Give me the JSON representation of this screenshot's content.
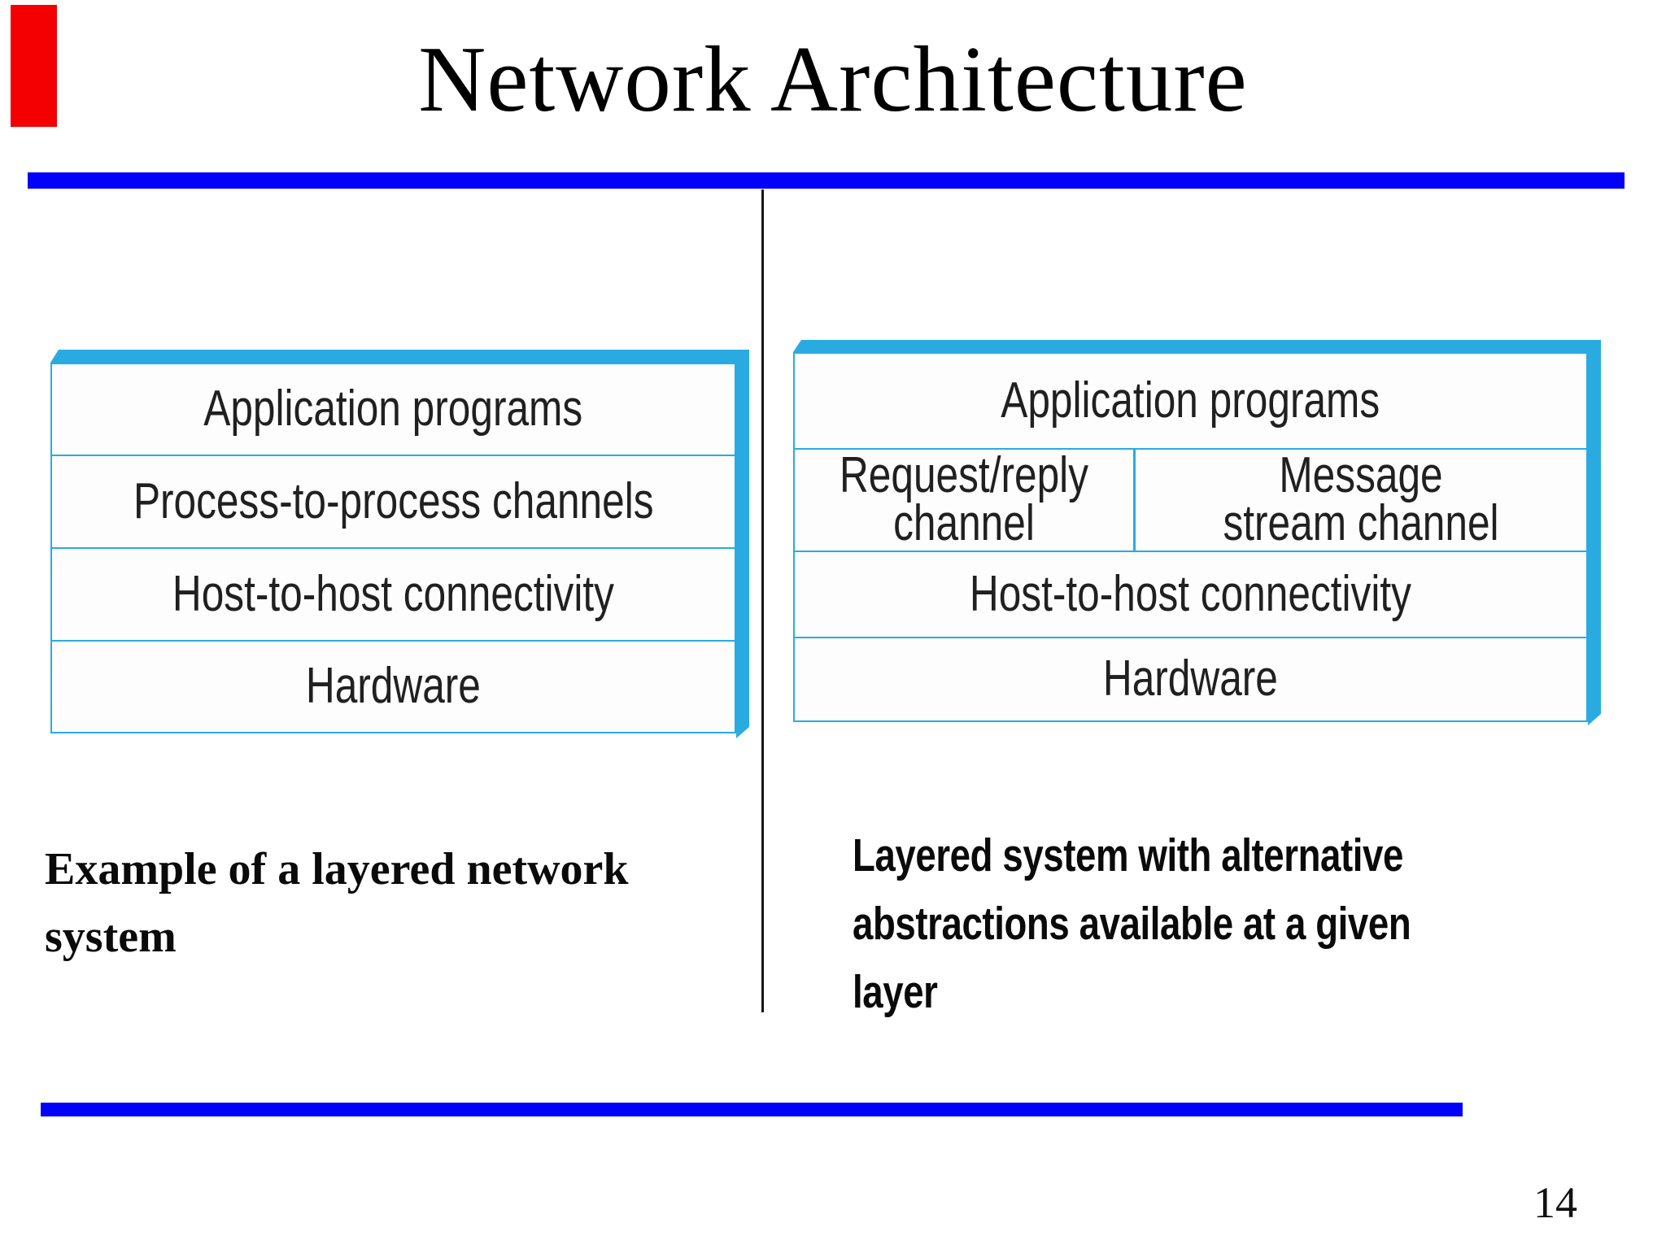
{
  "title": "Network Architecture",
  "page_number": "14",
  "colors": {
    "rule_blue": "#0202fa",
    "diagram_cyan": "#29abe2",
    "marker_red": "#f40000",
    "text_black": "#0a0a0a"
  },
  "left_diagram": {
    "layers": [
      "Application programs",
      "Process-to-process channels",
      "Host-to-host connectivity",
      "Hardware"
    ]
  },
  "right_diagram": {
    "top_layer": "Application programs",
    "channel_cells": [
      "Request/reply channel",
      "Message stream channel"
    ],
    "lower_layers": [
      "Host-to-host connectivity",
      "Hardware"
    ]
  },
  "caption_left": {
    "lines": [
      "Example of a layered network",
      "system"
    ]
  },
  "caption_right": {
    "lines": [
      "Layered system with alternative",
      "abstractions available at a given",
      "layer"
    ]
  }
}
